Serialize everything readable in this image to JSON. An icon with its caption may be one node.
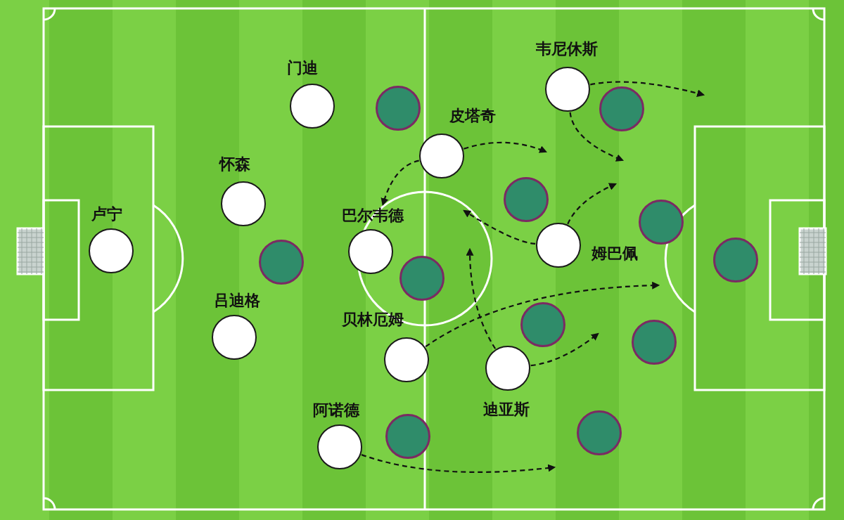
{
  "diagram": {
    "nodes": [
      {
        "text": [
          "卢宁"
        ]
      },
      {
        "text": [
          "怀森"
        ]
      },
      {
        "text": [
          "吕迪格"
        ]
      },
      {
        "text": [
          "门迪"
        ]
      },
      {
        "text": [
          "阿诺德"
        ]
      },
      {
        "text": [
          "巴尔韦德"
        ]
      },
      {
        "text": [
          "贝林厄姆"
        ]
      },
      {
        "text": [
          "皮塔奇"
        ]
      },
      {
        "text": [
          "迪亚斯"
        ]
      },
      {
        "text": [
          "姆巴佩"
        ]
      },
      {
        "text": [
          "韦尼休斯"
        ]
      },
      {
        "text": [],
        "shape": "circle"
      },
      {
        "text": [],
        "shape": "circle"
      },
      {
        "text": [],
        "shape": "circle"
      },
      {
        "text": [],
        "shape": "circle"
      },
      {
        "text": [],
        "shape": "circle"
      },
      {
        "text": [],
        "shape": "circle"
      },
      {
        "text": [],
        "shape": "circle"
      },
      {
        "text": [],
        "shape": "circle"
      },
      {
        "text": [],
        "shape": "circle"
      },
      {
        "text": [],
        "shape": "circle"
      },
      {
        "text": [],
        "shape": "circle"
      }
    ],
    "edges": [
      {
        "from": 10,
        "to": null,
        "arrow": "to",
        "style": "dashed"
      },
      {
        "from": 10,
        "to": null,
        "arrow": "to",
        "style": "dashed"
      },
      {
        "from": 7,
        "to": null,
        "arrow": "to",
        "style": "dashed"
      },
      {
        "from": 7,
        "to": 5,
        "arrow": "to",
        "style": "dashed"
      },
      {
        "from": 9,
        "to": null,
        "arrow": "to",
        "style": "dashed"
      },
      {
        "from": 9,
        "to": null,
        "arrow": "to",
        "style": "dashed"
      },
      {
        "from": 6,
        "to": null,
        "arrow": "to",
        "style": "dashed"
      },
      {
        "from": 8,
        "to": null,
        "arrow": "to",
        "style": "dashed"
      },
      {
        "from": 8,
        "to": null,
        "arrow": "to",
        "style": "dashed"
      },
      {
        "from": 4,
        "to": null,
        "arrow": "to",
        "style": "dashed"
      }
    ]
  }
}
